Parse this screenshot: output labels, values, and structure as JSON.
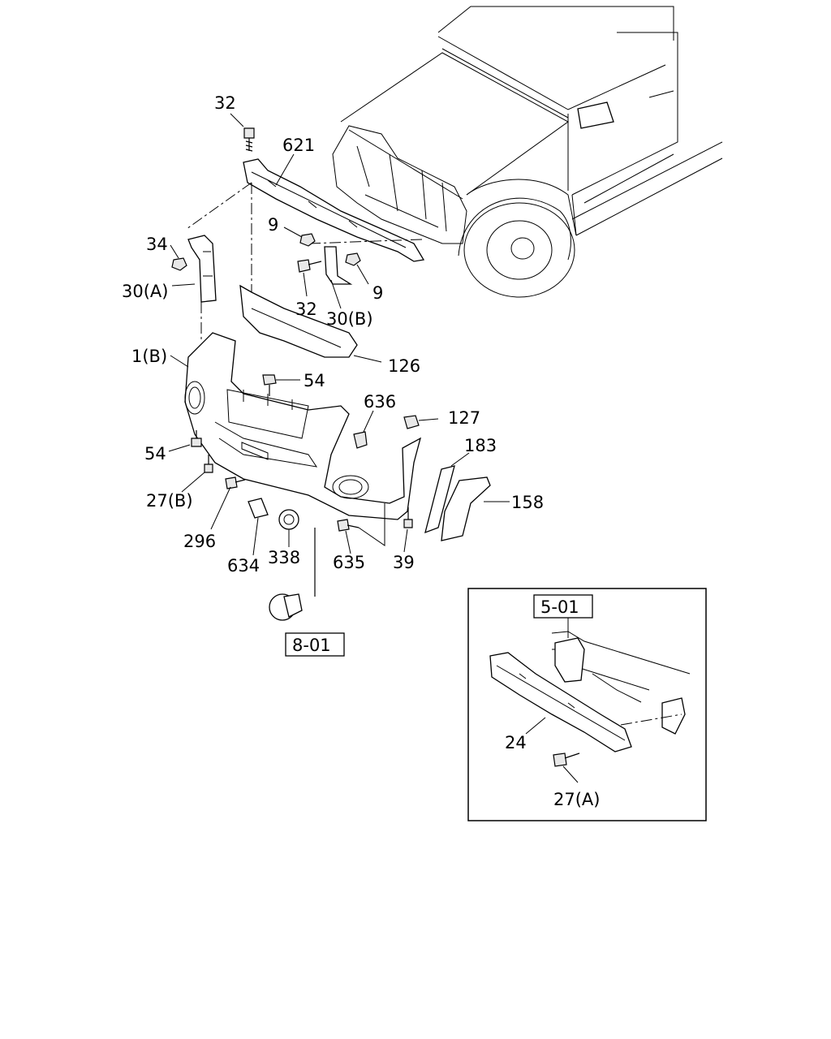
{
  "labels": {
    "l32a": "32",
    "l621": "621",
    "l9a": "9",
    "l34": "34",
    "l30a": "30(A)",
    "l32b": "32",
    "l9b": "9",
    "l30b": "30(B)",
    "l1b": "1(B)",
    "l126": "126",
    "l54a": "54",
    "l636": "636",
    "l127": "127",
    "l183": "183",
    "l54b": "54",
    "l27b": "27(B)",
    "l158": "158",
    "l296": "296",
    "l634": "634",
    "l338": "338",
    "l635": "635",
    "l39": "39",
    "ref801": "8-01",
    "ref501": "5-01",
    "l24": "24",
    "l27a": "27(A)"
  }
}
